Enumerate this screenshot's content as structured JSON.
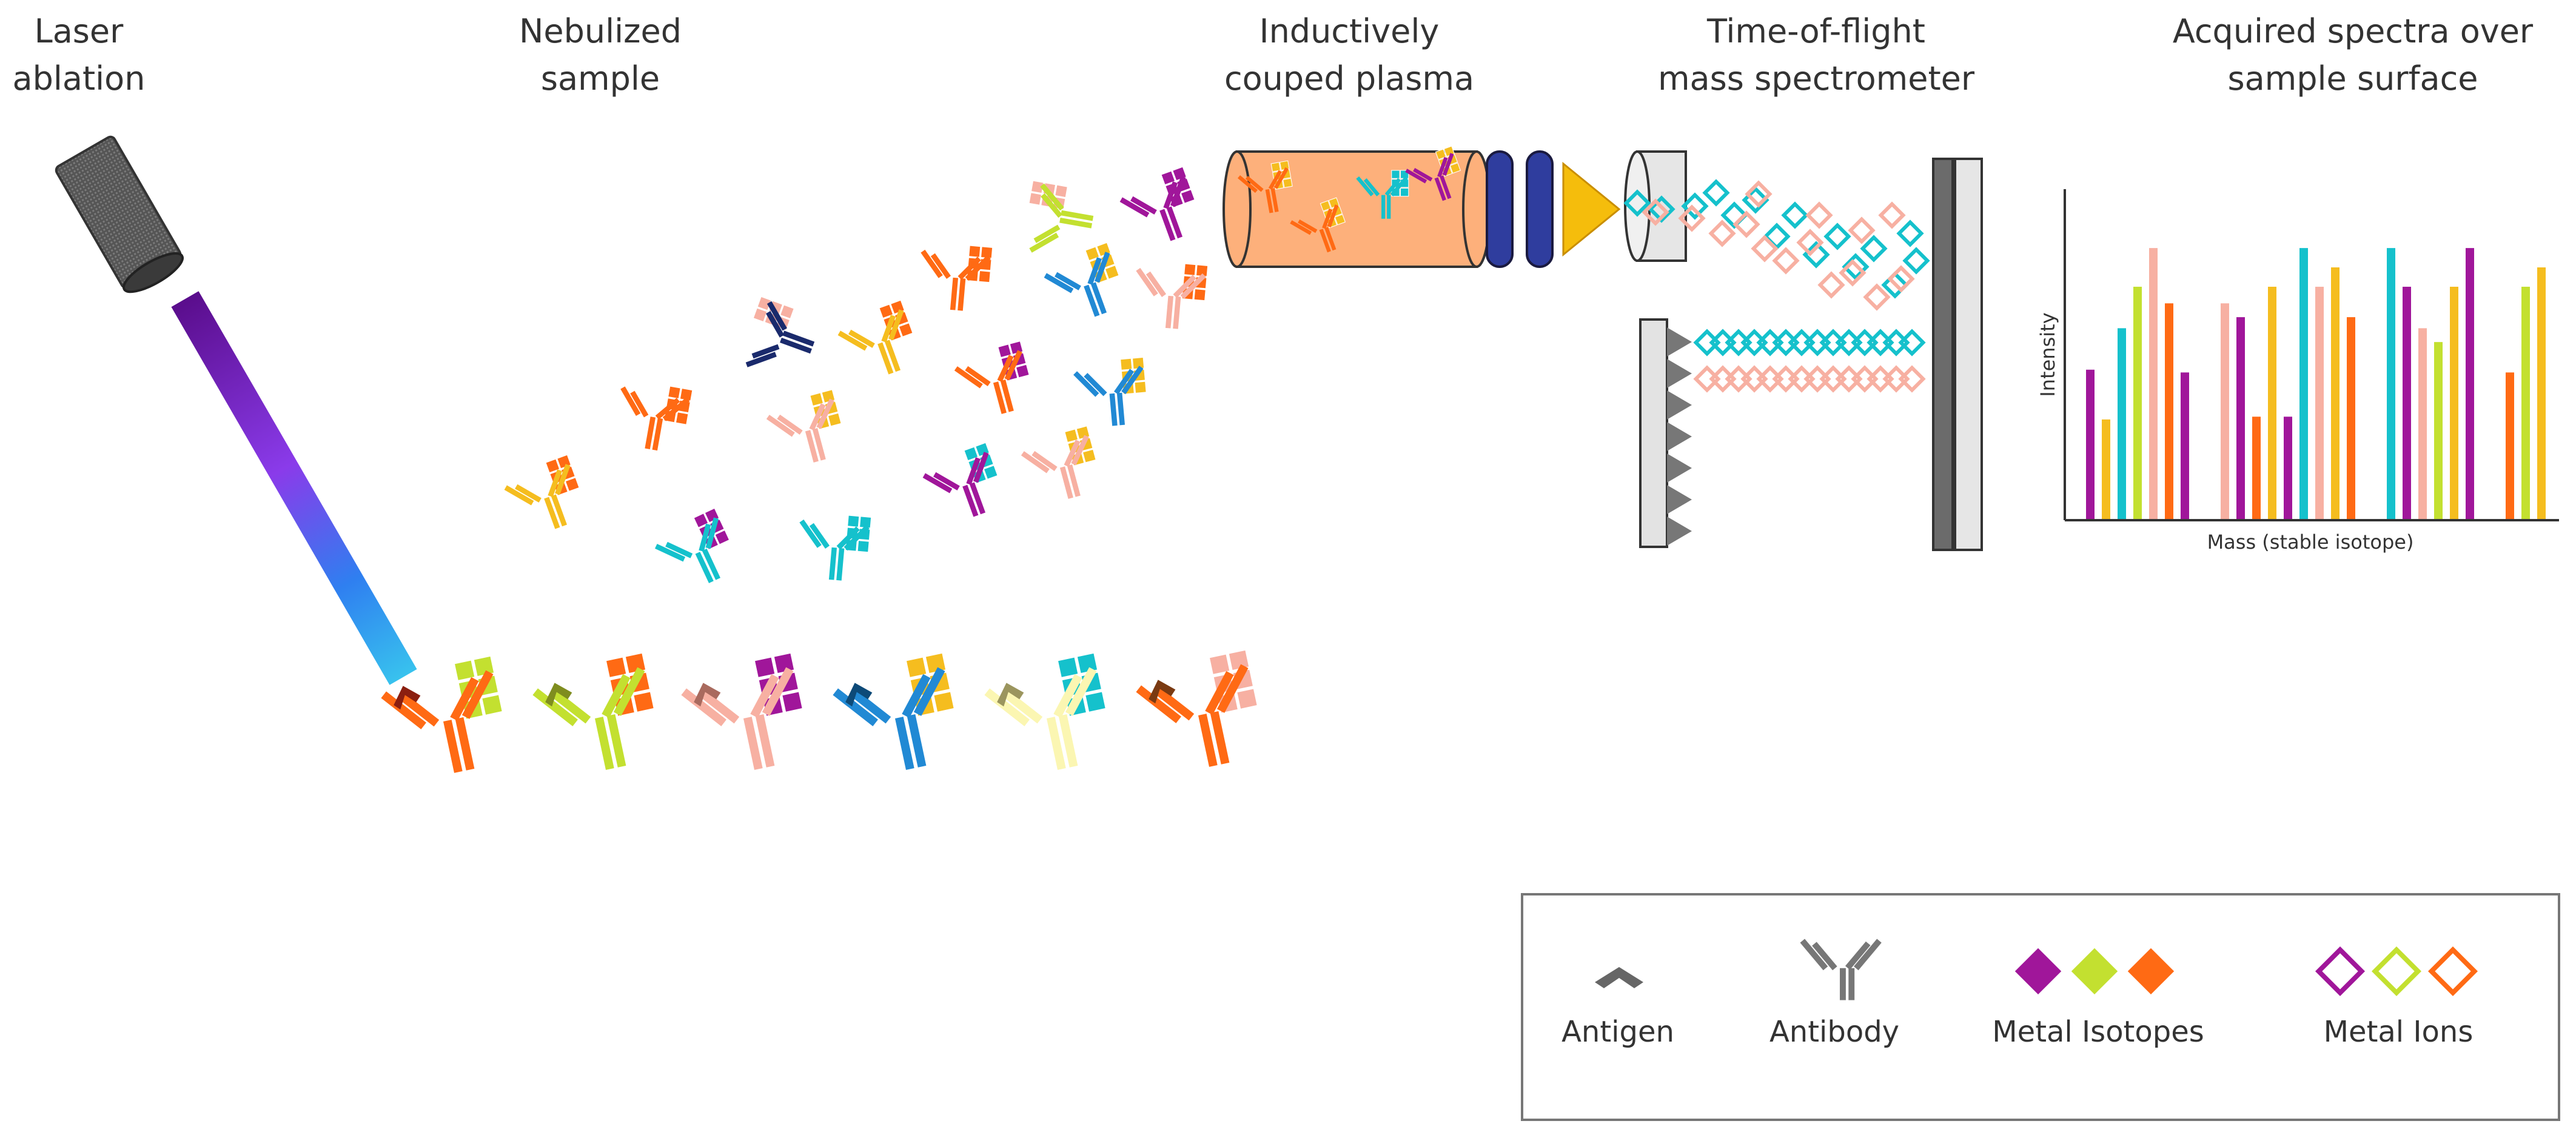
{
  "stages": {
    "laser": [
      "Laser",
      "ablation"
    ],
    "nebulized": [
      "Nebulized",
      "sample"
    ],
    "icp": [
      "Inductively",
      "couped plasma"
    ],
    "tof": [
      "Time-of-flight",
      "mass spectrometer"
    ],
    "spectra": [
      "Acquired spectra over",
      "sample surface"
    ]
  },
  "spectrum": {
    "ylabel": "Intensity",
    "xlabel": "Mass (stable isotope)"
  },
  "legend": {
    "antigen": "Antigen",
    "antibody": "Antibody",
    "isotopes": "Metal Isotopes",
    "ions": "Metal Ions"
  },
  "colors": {
    "purple": "#a0169a",
    "lime": "#c3e030",
    "orange": "#ff6a14",
    "teal": "#15c1cc",
    "salmon": "#f7b0a2",
    "gold": "#f5bd1f",
    "blue": "#2189d4",
    "pale": "#fbf6b2",
    "navy": "#1a2a6c",
    "plasma": "#fdb07b",
    "cone": "#f5bd0c",
    "lens": "#2f3d9e",
    "gray": "#6f6f6f"
  },
  "chart_data": {
    "type": "bar",
    "xlabel": "Mass (stable isotope)",
    "ylabel": "Intensity",
    "groups": [
      [
        "purple",
        "gold",
        "teal",
        "lime",
        "salmon",
        "orange",
        "purple"
      ],
      [
        "salmon",
        "purple",
        "orange",
        "gold",
        "purple",
        "teal",
        "salmon",
        "gold",
        "orange"
      ],
      [
        "teal",
        "purple",
        "salmon",
        "lime",
        "gold",
        "purple"
      ],
      [
        "orange",
        "lime",
        "gold"
      ]
    ],
    "values": [
      [
        0.54,
        0.36,
        0.69,
        0.84,
        0.98,
        0.78,
        0.53
      ],
      [
        0.78,
        0.73,
        0.37,
        0.84,
        0.37,
        0.98,
        0.84,
        0.91,
        0.73
      ],
      [
        0.98,
        0.84,
        0.69,
        0.64,
        0.84,
        0.98
      ],
      [
        0.53,
        0.84,
        0.91
      ]
    ]
  }
}
